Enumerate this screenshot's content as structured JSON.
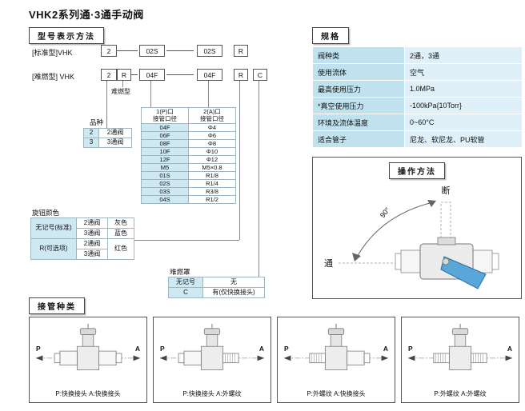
{
  "page": {
    "title": "VHK2系列通·3通手动阀"
  },
  "model": {
    "header": "型号表示方法",
    "row1": {
      "prefix": "[标准型]VHK",
      "b1": "2",
      "b2": "02S",
      "b3": "02S",
      "b4": "R"
    },
    "row2": {
      "prefix": "[难燃型] VHK",
      "b1": "2",
      "b2": "R",
      "b3": "04F",
      "b4": "04F",
      "b5": "R",
      "b6": "C"
    },
    "flame_type_label": "难燃型",
    "variety": {
      "label": "品种",
      "rows": [
        [
          "2",
          "2通阀"
        ],
        [
          "3",
          "3通阀"
        ]
      ]
    },
    "ports": {
      "header1_line1": "1(P)口",
      "header1_line2": "接管口径",
      "header2_line1": "2(A)口",
      "header2_line2": "接管口径",
      "rows": [
        [
          "04F",
          "Φ4"
        ],
        [
          "06F",
          "Φ6"
        ],
        [
          "08F",
          "Φ8"
        ],
        [
          "10F",
          "Φ10"
        ],
        [
          "12F",
          "Φ12"
        ],
        [
          "M5",
          "M5×0.8"
        ],
        [
          "01S",
          "R1/8"
        ],
        [
          "02S",
          "R1/4"
        ],
        [
          "03S",
          "R3/8"
        ],
        [
          "04S",
          "R1/2"
        ]
      ]
    },
    "knob": {
      "label": "旋钮颜色",
      "group1_key": "无记号(标准)",
      "group2_key": "R(可选项)",
      "rows": [
        [
          "2通阀",
          "灰色"
        ],
        [
          "3通阀",
          "蓝色"
        ],
        [
          "2通阀",
          "红色"
        ],
        [
          "3通阀",
          ""
        ]
      ]
    },
    "cover": {
      "label": "难燃罩",
      "rows": [
        [
          "无记号",
          "无"
        ],
        [
          "C",
          "有(仅快换接头)"
        ]
      ]
    }
  },
  "specs": {
    "header": "规格",
    "rows": [
      [
        "阀种类",
        "2通，3通"
      ],
      [
        "使用流体",
        "空气"
      ],
      [
        "最高使用压力",
        "1.0MPa"
      ],
      [
        "*真空使用压力",
        "-100kPa{10Torr}"
      ],
      [
        "环境及流体温度",
        "0~60°C"
      ],
      [
        "适合管子",
        "尼龙、软尼龙、PU软管"
      ]
    ]
  },
  "operation": {
    "header": "操作方法",
    "closed_label": "断",
    "angle_label": "90°",
    "open_label": "通"
  },
  "piping": {
    "header": "接管种类",
    "items": [
      {
        "p": "P",
        "a": "A",
        "caption": "P:快换接头 A:快换接头"
      },
      {
        "p": "P",
        "a": "A",
        "caption": "P:快换接头 A:外螺纹"
      },
      {
        "p": "P",
        "a": "A",
        "caption": "P:外螺纹 A:快换接头"
      },
      {
        "p": "P",
        "a": "A",
        "caption": "P:外螺纹 A:外螺纹"
      }
    ]
  }
}
